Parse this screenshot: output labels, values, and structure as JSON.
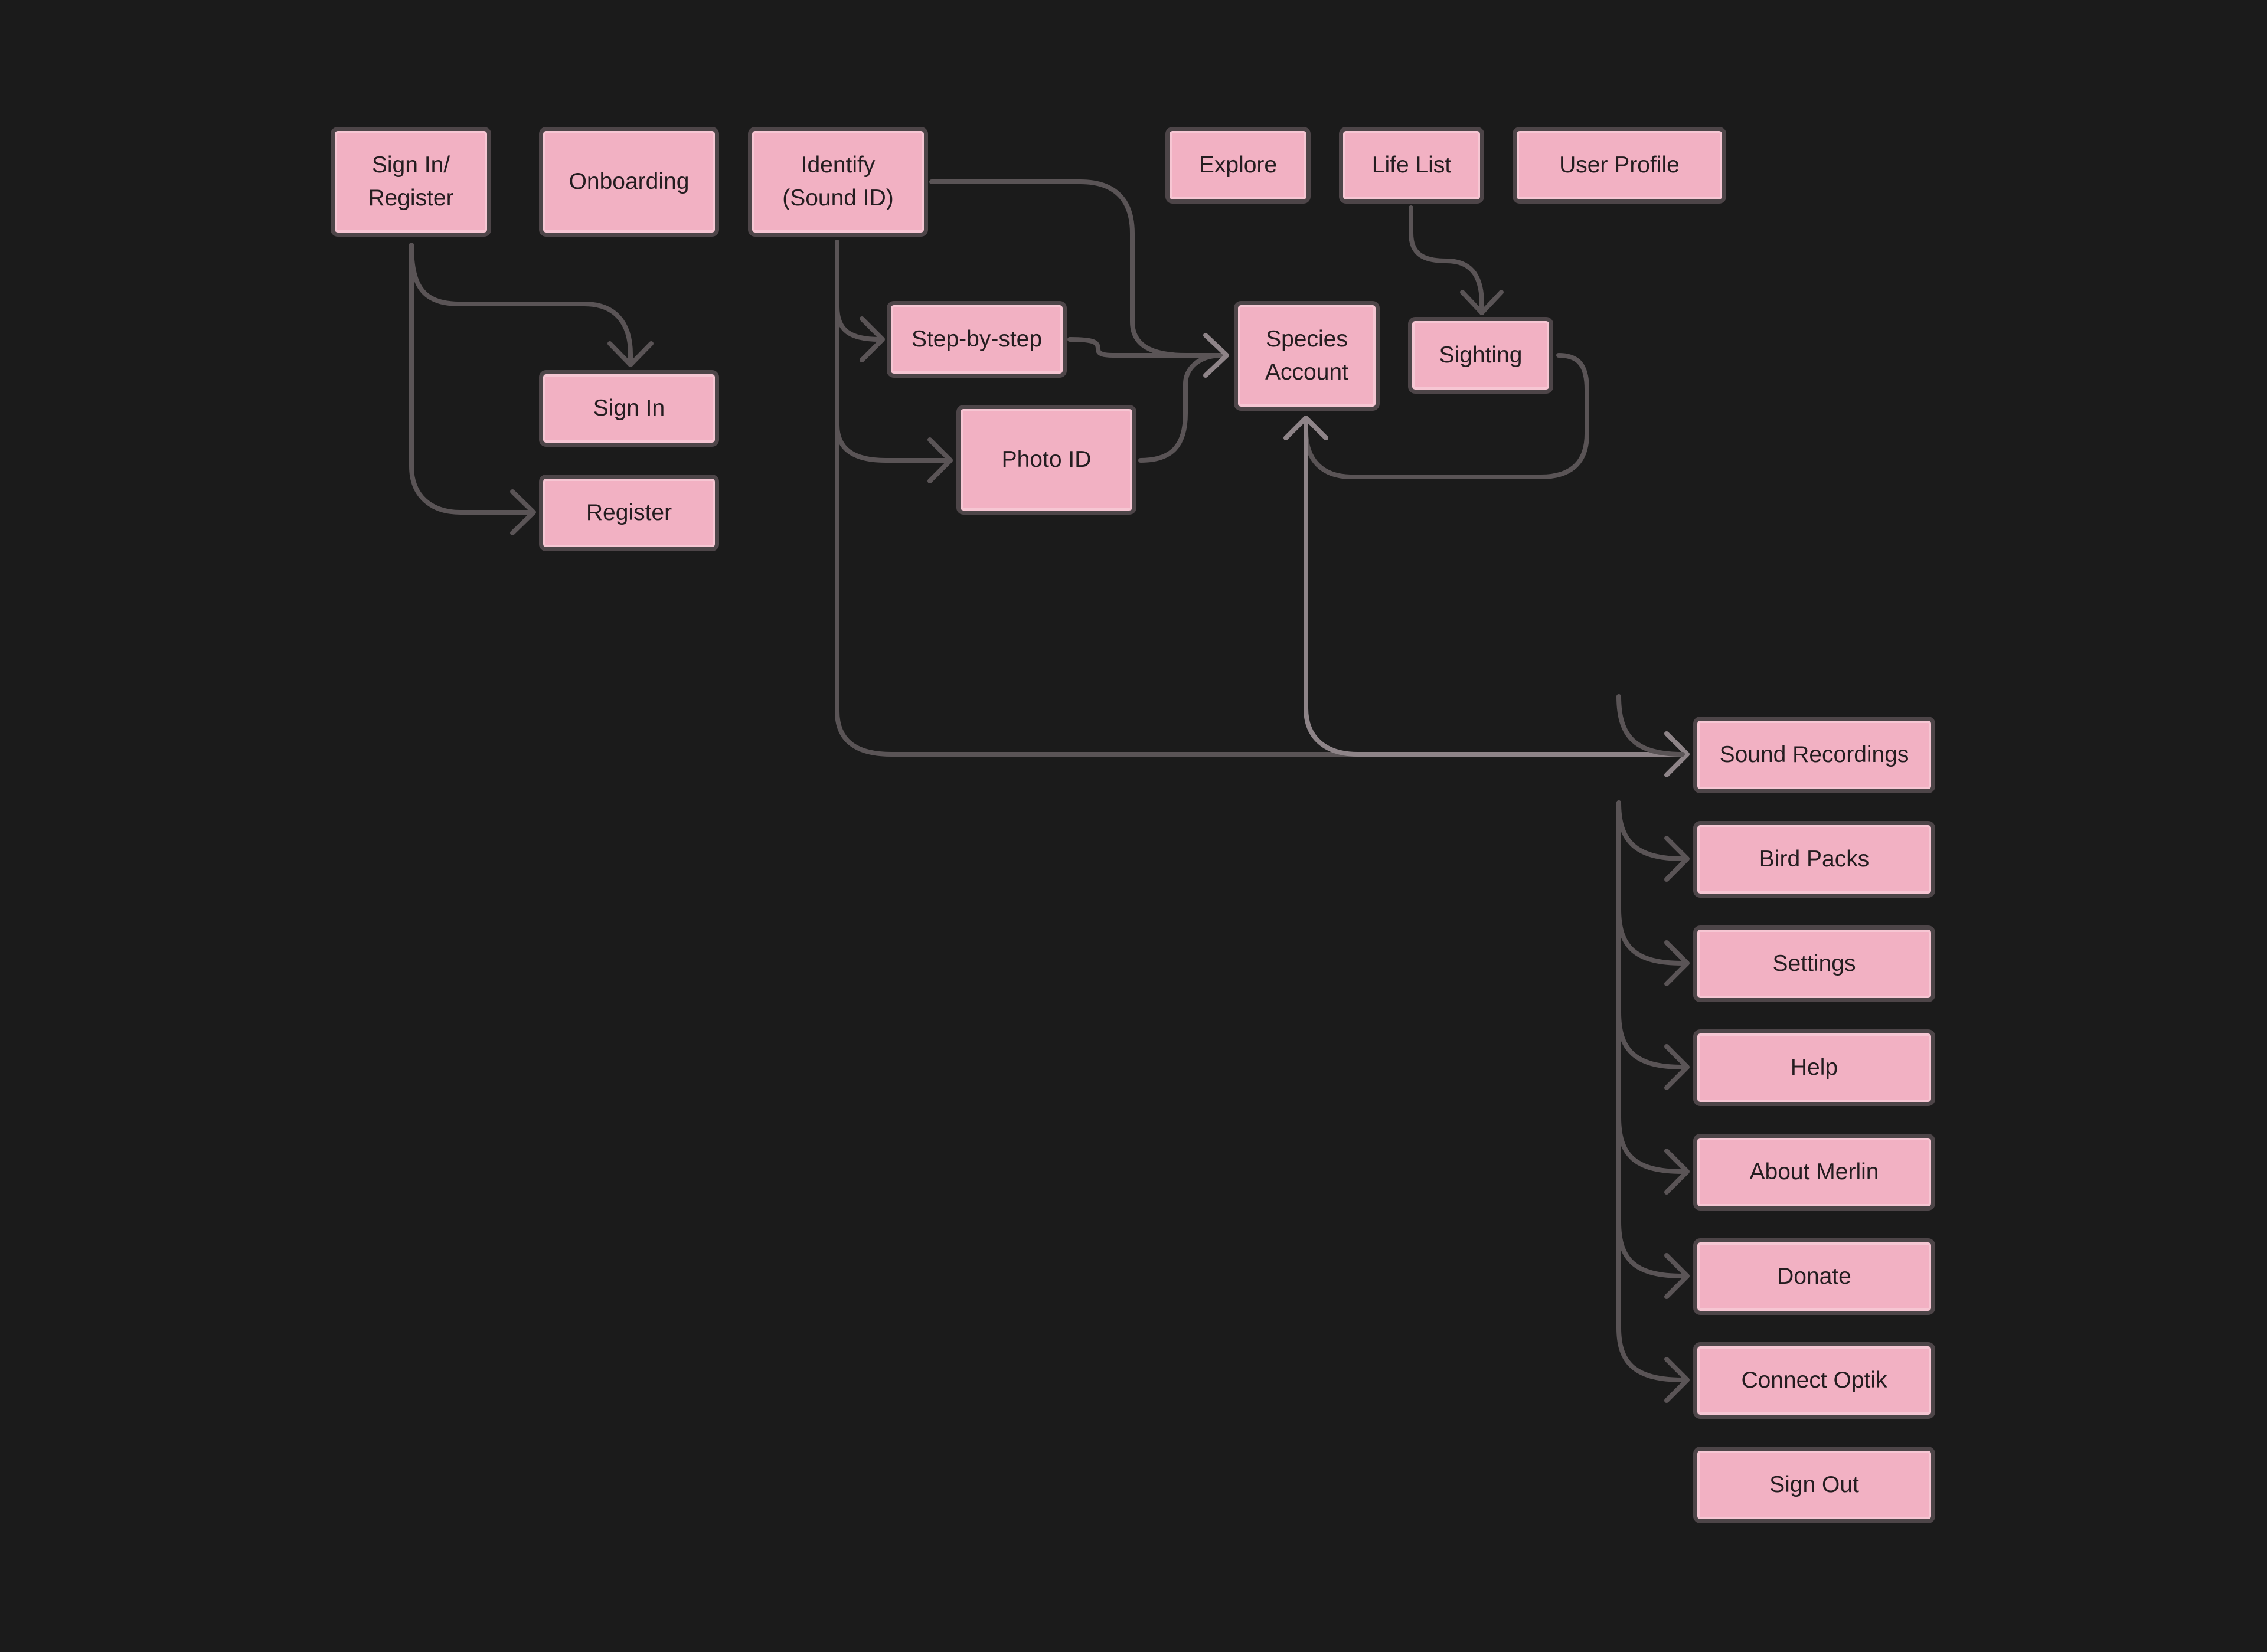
{
  "diagram": {
    "background": "#1b1b1b",
    "node_fill": "#f2b1c3",
    "node_border": "#4d4548",
    "edge_color": "#5a5456",
    "edge_highlight": "#8e8488",
    "nodes": {
      "sign_in_register": "Sign In/\nRegister",
      "onboarding": "Onboarding",
      "identify_sound_id": "Identify\n(Sound ID)",
      "explore": "Explore",
      "life_list": "Life List",
      "user_profile": "User Profile",
      "step_by_step": "Step-by-step",
      "species_account": "Species\nAccount",
      "sighting": "Sighting",
      "sign_in": "Sign In",
      "photo_id": "Photo ID",
      "register": "Register",
      "sound_recordings": "Sound Recordings",
      "bird_packs": "Bird Packs",
      "settings": "Settings",
      "help": "Help",
      "about_merlin": "About Merlin",
      "donate": "Donate",
      "connect_optik": "Connect Optik",
      "sign_out": "Sign Out"
    },
    "edges": [
      {
        "from": "sign_in_register",
        "to": "sign_in"
      },
      {
        "from": "sign_in_register",
        "to": "register"
      },
      {
        "from": "identify_sound_id",
        "to": "step_by_step"
      },
      {
        "from": "identify_sound_id",
        "to": "photo_id"
      },
      {
        "from": "identify_sound_id",
        "to": "species_account"
      },
      {
        "from": "identify_sound_id",
        "to": "sound_recordings"
      },
      {
        "from": "step_by_step",
        "to": "species_account"
      },
      {
        "from": "photo_id",
        "to": "species_account"
      },
      {
        "from": "life_list",
        "to": "sighting"
      },
      {
        "from": "sighting",
        "to": "species_account"
      },
      {
        "from": "sound_recordings",
        "to": "species_account"
      },
      {
        "from": "user_profile",
        "to": "sound_recordings"
      },
      {
        "from": "user_profile",
        "to": "bird_packs"
      },
      {
        "from": "user_profile",
        "to": "settings"
      },
      {
        "from": "user_profile",
        "to": "help"
      },
      {
        "from": "user_profile",
        "to": "about_merlin"
      },
      {
        "from": "user_profile",
        "to": "donate"
      },
      {
        "from": "user_profile",
        "to": "connect_optik"
      }
    ]
  }
}
